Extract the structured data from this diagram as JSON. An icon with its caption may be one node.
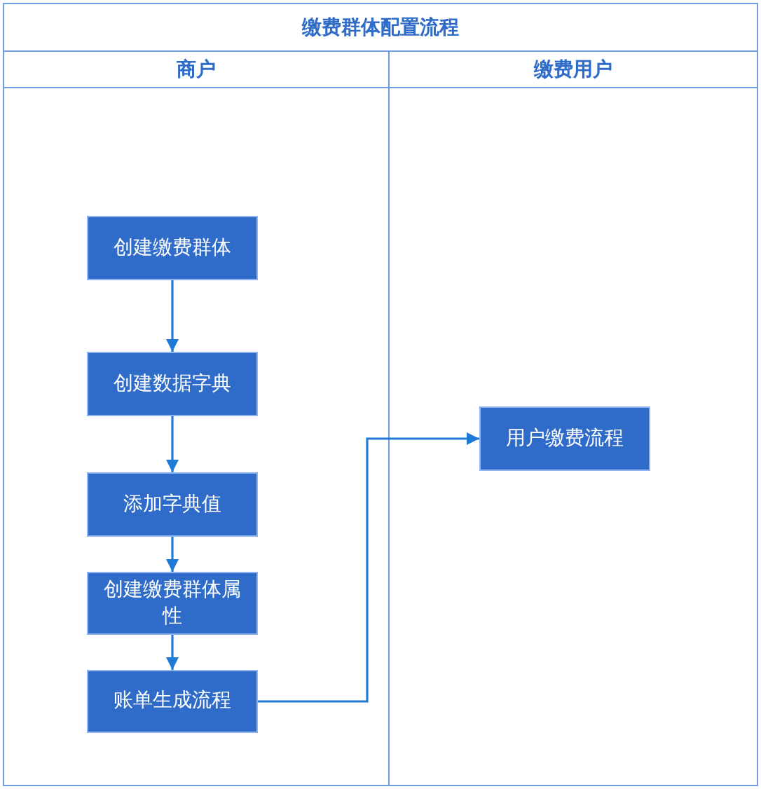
{
  "diagram": {
    "title": "缴费群体配置流程",
    "nodes": [
      {
        "text": [
          "商户"
        ]
      },
      {
        "text": [
          "缴费用户"
        ]
      },
      {
        "text": [
          "创建缴费群体"
        ],
        "in": 0
      },
      {
        "text": [
          "创建数据字典"
        ],
        "in": 0
      },
      {
        "text": [
          "添加字典值"
        ],
        "in": 0
      },
      {
        "text": [
          "创建缴费群体属性"
        ],
        "in": 0
      },
      {
        "text": [
          "账单生成流程"
        ],
        "in": 0
      },
      {
        "text": [
          "用户缴费流程"
        ],
        "in": 1
      }
    ],
    "edges": [
      {
        "from": 2,
        "to": 3,
        "arrow": "to"
      },
      {
        "from": 3,
        "to": 4,
        "arrow": "to"
      },
      {
        "from": 4,
        "to": 5,
        "arrow": "to"
      },
      {
        "from": 5,
        "to": 6,
        "arrow": "to"
      },
      {
        "from": 6,
        "to": 7,
        "arrow": "to"
      }
    ]
  }
}
